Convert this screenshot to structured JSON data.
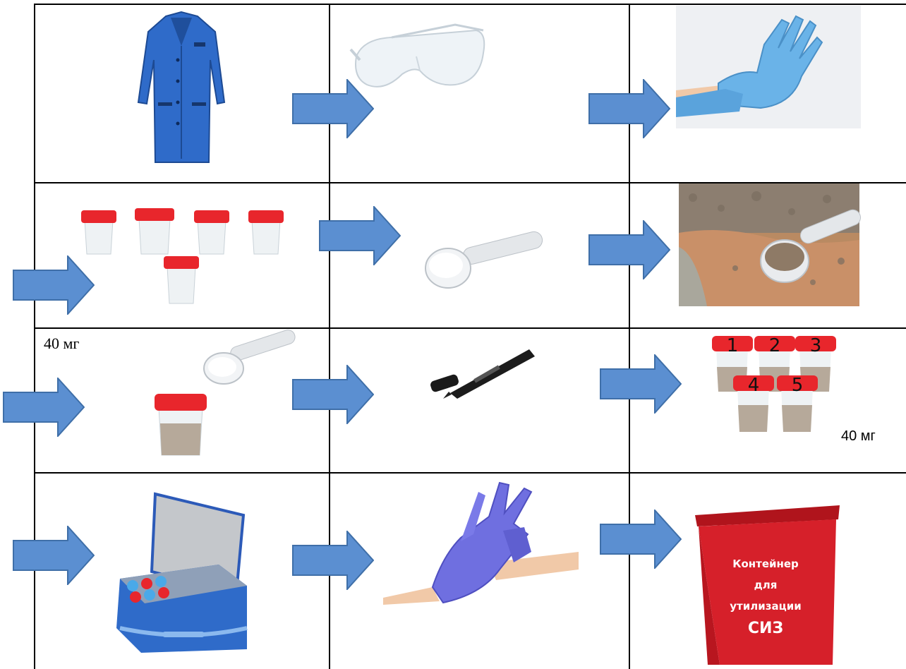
{
  "colors": {
    "arrow_fill": "#5b8fd1",
    "arrow_stroke": "#3f6fa8",
    "cap_red": "#e8262c",
    "coat_blue": "#2f6bc9",
    "glove_blue": "#6ab3e8",
    "glove_purple": "#6f6fe0",
    "container_red": "#d6202a"
  },
  "labels": {
    "mass_left": "40 мг",
    "mass_right": "40 мг"
  },
  "containers_numbers": [
    "1",
    "2",
    "3",
    "4",
    "5"
  ],
  "disposal_box": {
    "line1": "Контейнер",
    "line2": "для",
    "line3": "утилизации",
    "line4": "СИЗ"
  },
  "steps": [
    {
      "icon": "lab-coat-icon"
    },
    {
      "icon": "safety-goggles-icon"
    },
    {
      "icon": "glove-blue-icon"
    },
    {
      "icon": "sample-containers-icon"
    },
    {
      "icon": "measuring-spoon-icon"
    },
    {
      "icon": "soil-with-spoon-icon"
    },
    {
      "icon": "spoon-and-container-icon"
    },
    {
      "icon": "marker-icon"
    },
    {
      "icon": "numbered-containers-icon"
    },
    {
      "icon": "cooler-bag-icon"
    },
    {
      "icon": "removing-gloves-icon"
    },
    {
      "icon": "disposal-container-icon"
    }
  ]
}
